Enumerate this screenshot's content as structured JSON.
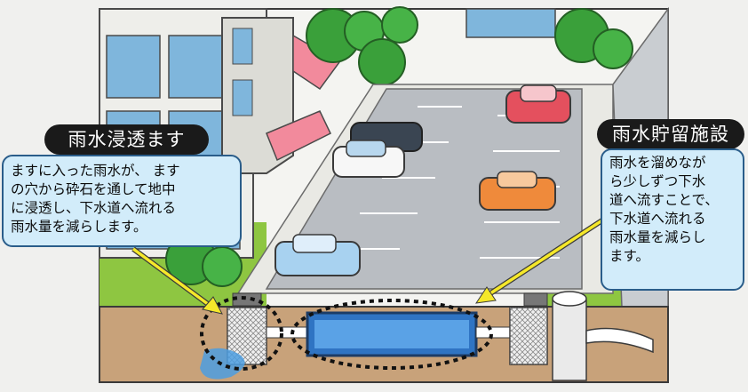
{
  "colors": {
    "sky": "#f2f2ef",
    "grass": "#8ec641",
    "asphalt": "#b9bdc2",
    "soil": "#c8a27a",
    "storage_tank": "#2f74c3",
    "callout_bg": "#d2ecfa",
    "callout_border": "#2a5d8a",
    "label_bg": "#1a1a1a",
    "arrow": "#f5e82a"
  },
  "infiltration_box": {
    "title": "雨水浸透ます",
    "lines": [
      "ますに入った雨水が、 ます",
      "の穴から砕石を通して地中",
      "に浸透し、下水道へ流れる",
      "雨水量を減らします。"
    ]
  },
  "storage_facility": {
    "title": "雨水貯留施設",
    "lines": [
      "雨水を溜めなが",
      "ら少しずつ下水",
      "道へ流すことで、",
      "下水道へ流れる",
      "雨水量を減らし",
      "ます。"
    ]
  }
}
